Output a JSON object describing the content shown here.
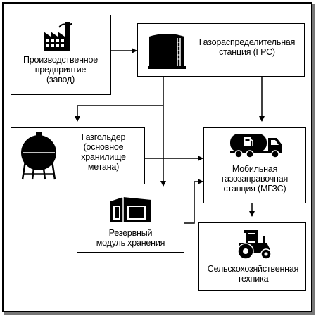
{
  "nodes": {
    "factory": {
      "label": "Производственное\nпредприятие\n(завод)",
      "icon": "factory-icon"
    },
    "grs": {
      "label": "Газораспределительная\nстанция (ГРС)",
      "icon": "storage-tank-icon"
    },
    "gasholder": {
      "label": "Газгольдер\n(основное\nхранилище\nметана)",
      "icon": "spherical-tank-icon"
    },
    "mgzs": {
      "label": "Мобильная\nгазозаправочная\nстанция (МГЗС)",
      "icon": "tanker-truck-icon"
    },
    "reserve": {
      "label": "Резервный\nмодуль хранения",
      "icon": "storage-module-icon"
    },
    "agri": {
      "label": "Сельскохозяйственная\nтехника",
      "icon": "tractor-icon"
    }
  },
  "colors": {
    "stroke": "#000000",
    "background": "#ffffff",
    "shadow": "#777777"
  }
}
